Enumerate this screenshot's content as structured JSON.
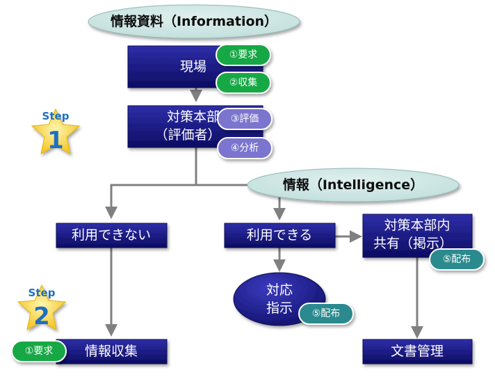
{
  "headers": {
    "information": "情報資料（Information）",
    "intelligence": "情報（Intelligence）"
  },
  "nodes": {
    "genba": "現場",
    "honbu_line1": "対策本部",
    "honbu_line2": "（評価者）",
    "not_usable": "利用できない",
    "usable": "利用できる",
    "share_line1": "対策本部内",
    "share_line2": "共有（掲示）",
    "instruction_line1": "対応",
    "instruction_line2": "指示",
    "collect": "情報収集",
    "document": "文書管理"
  },
  "badges": {
    "request": "①要求",
    "collect": "②収集",
    "evaluate": "③評価",
    "analyze": "④分析",
    "distribute": "⑤配布"
  },
  "steps": {
    "word": "Step",
    "one": "1",
    "two": "2"
  },
  "colors": {
    "box_top": "#2e2ea8",
    "box_bottom": "#0c0c63",
    "oval": "#cde6e4",
    "badge_green": "#17a845",
    "badge_purple": "#7b74cf",
    "badge_teal": "#2c8a8e",
    "connector": "#808080",
    "star": "#f7d23c",
    "step_text": "#1f6fc0"
  }
}
